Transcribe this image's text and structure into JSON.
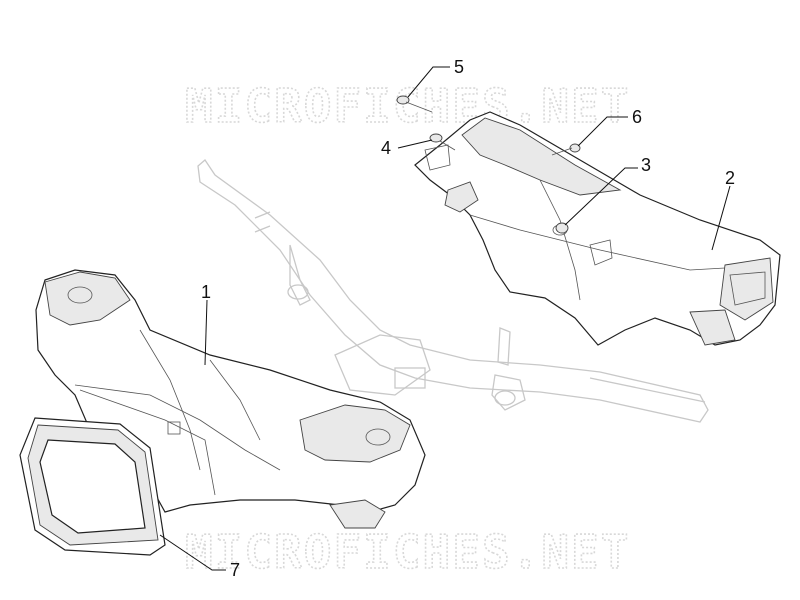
{
  "watermark": {
    "top": "MICROFICHES.NET",
    "bottom": "MICROFICHES.NET"
  },
  "callouts": [
    {
      "id": "1",
      "label": "1"
    },
    {
      "id": "2",
      "label": "2"
    },
    {
      "id": "3",
      "label": "3"
    },
    {
      "id": "4",
      "label": "4"
    },
    {
      "id": "5",
      "label": "5"
    },
    {
      "id": "6",
      "label": "6"
    },
    {
      "id": "7",
      "label": "7"
    }
  ]
}
